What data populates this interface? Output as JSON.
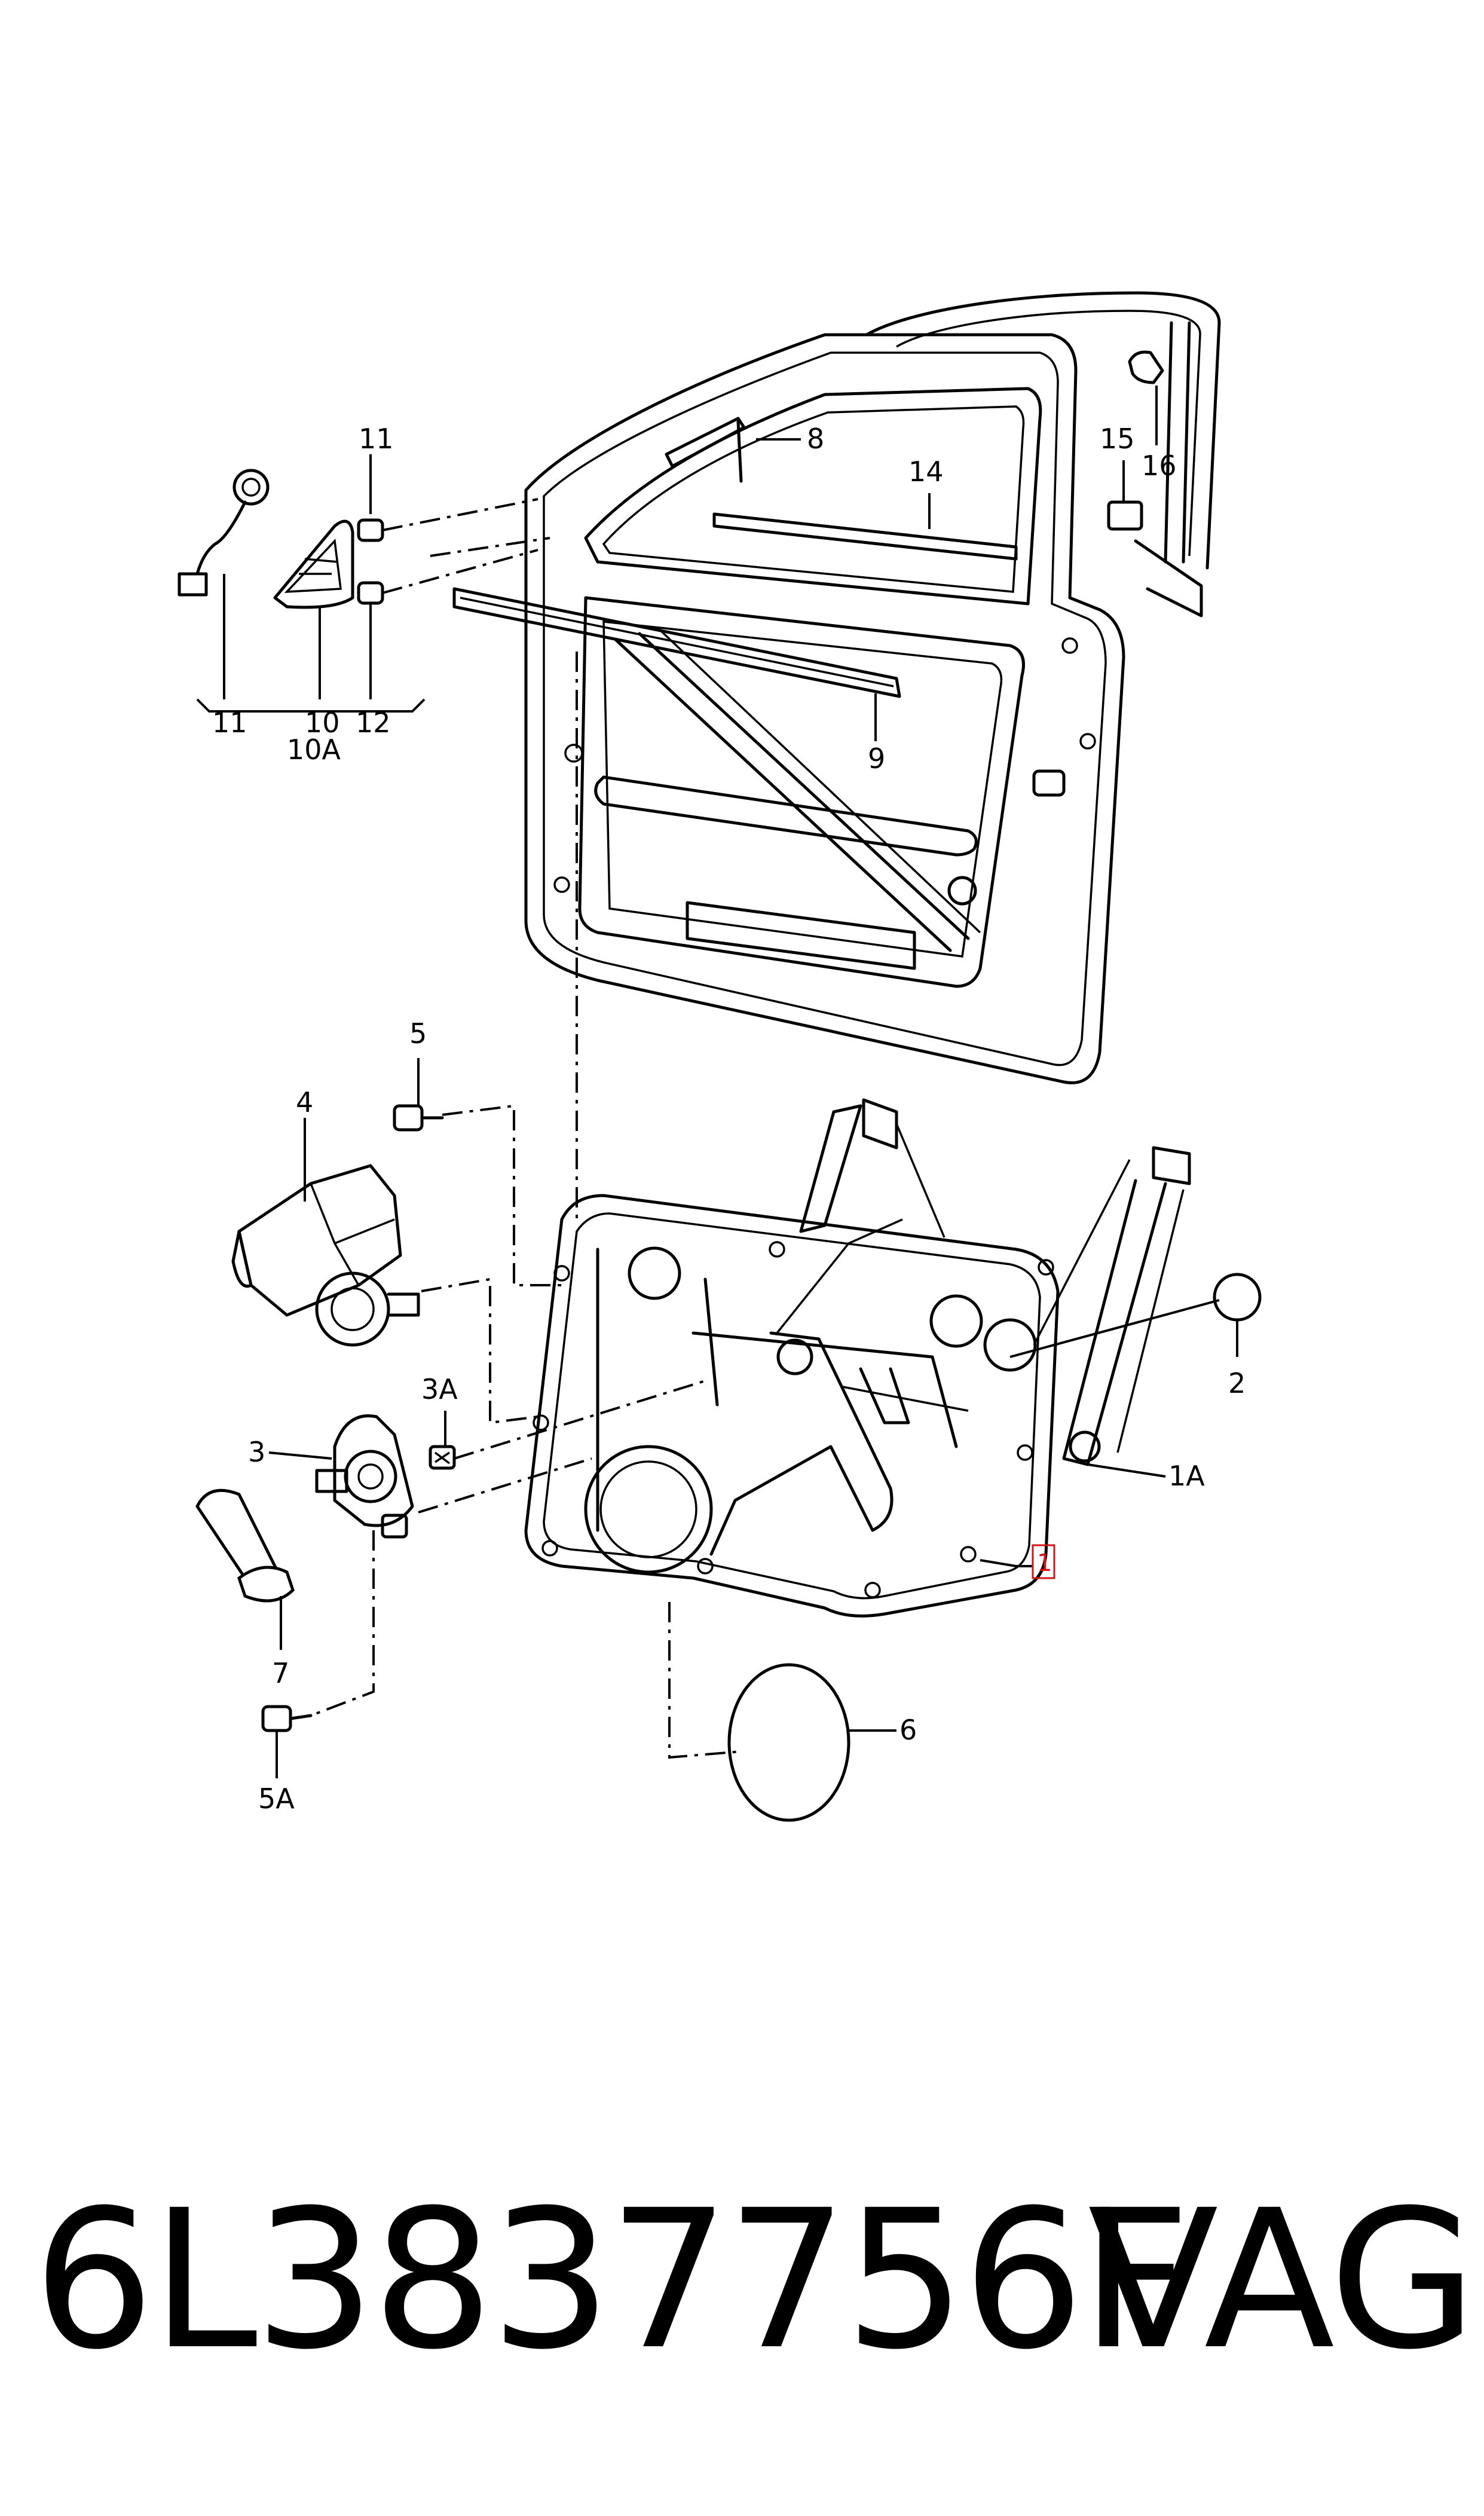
{
  "callouts": {
    "l1": "1",
    "l1A": "1A",
    "l2": "2",
    "l3": "3",
    "l3A": "3A",
    "l4": "4",
    "l5": "5",
    "l5A": "5A",
    "l6": "6",
    "l7": "7",
    "l8": "8",
    "l9": "9",
    "l10": "10",
    "l10A": "10A",
    "l11_top": "11",
    "l11_bottom": "11",
    "l12": "12",
    "l14": "14",
    "l15": "15",
    "l16": "16"
  },
  "footer": {
    "part_number": "6L3837756F",
    "brand": "VAG"
  },
  "colors": {
    "line": "#000000",
    "highlight": "#d2151a",
    "background": "#ffffff"
  }
}
